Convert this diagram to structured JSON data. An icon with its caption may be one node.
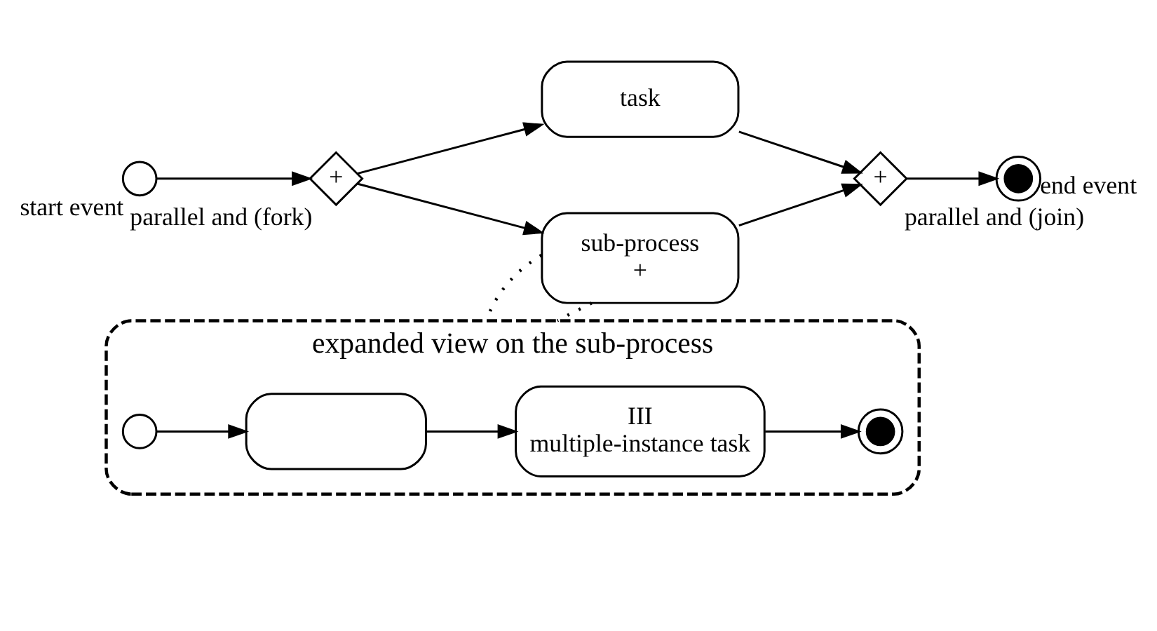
{
  "diagram": {
    "nodes": [
      {
        "text": [
          "start event"
        ]
      },
      {
        "text": [
          "parallel and (fork)",
          "+"
        ]
      },
      {
        "text": [
          "task"
        ]
      },
      {
        "text": [
          "parallel and (join)",
          "+"
        ]
      },
      {
        "text": [
          "end event"
        ]
      },
      {
        "text": [
          "sub-process",
          "+"
        ]
      },
      {
        "text": [
          "expanded view on the sub-process"
        ]
      },
      {
        "text": [],
        "shape": "circle",
        "in": 6
      },
      {
        "text": [],
        "shape": "box",
        "in": 6
      },
      {
        "text": [
          "III",
          "multiple-instance task"
        ],
        "in": 6
      },
      {
        "text": [],
        "shape": "circle",
        "in": 6
      }
    ],
    "edges": [
      {
        "from": 0,
        "to": 1,
        "arrow": "to"
      },
      {
        "from": 1,
        "to": 2,
        "arrow": "to"
      },
      {
        "from": 2,
        "to": 3,
        "arrow": "to"
      },
      {
        "from": 3,
        "to": 4,
        "arrow": "to"
      },
      {
        "from": 1,
        "to": 5,
        "arrow": "to"
      },
      {
        "from": 5,
        "to": 3,
        "arrow": "to"
      },
      {
        "from": 5,
        "to": 6,
        "arrow": "none",
        "style": "dashed"
      },
      {
        "from": 5,
        "to": 6,
        "arrow": "none",
        "style": "dashed"
      },
      {
        "from": 7,
        "to": 8,
        "arrow": "to"
      },
      {
        "from": 8,
        "to": 9,
        "arrow": "to"
      },
      {
        "from": 9,
        "to": 10,
        "arrow": "to"
      }
    ]
  }
}
